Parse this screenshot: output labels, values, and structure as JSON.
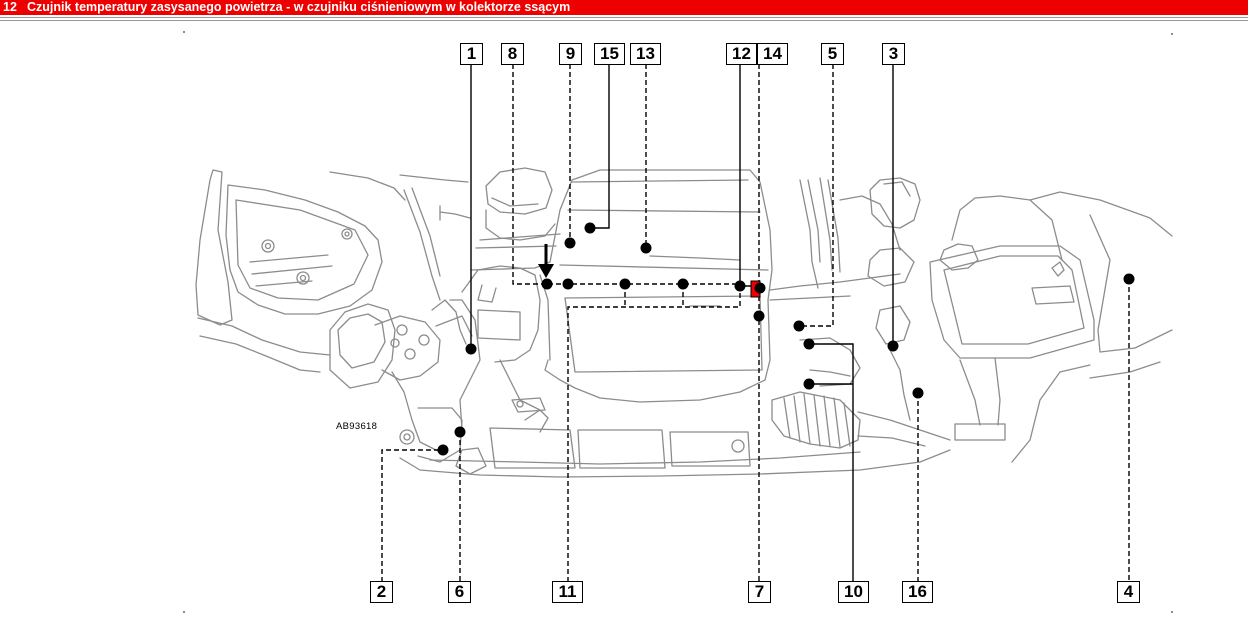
{
  "header": {
    "number": "12",
    "title": "Czujnik temperatury zasysanego powietrza - w czujniku ciśnieniowym w kolektorze ssącym"
  },
  "diagram": {
    "reference": "AB93618",
    "callouts": {
      "c1": "1",
      "c8": "8",
      "c9": "9",
      "c15": "15",
      "c13": "13",
      "c12": "12",
      "c14": "14",
      "c5": "5",
      "c3": "3",
      "c2": "2",
      "c6": "6",
      "c11": "11",
      "c7": "7",
      "c10": "10",
      "c16": "16",
      "c4": "4"
    },
    "highlight_color": "#ee0000"
  }
}
